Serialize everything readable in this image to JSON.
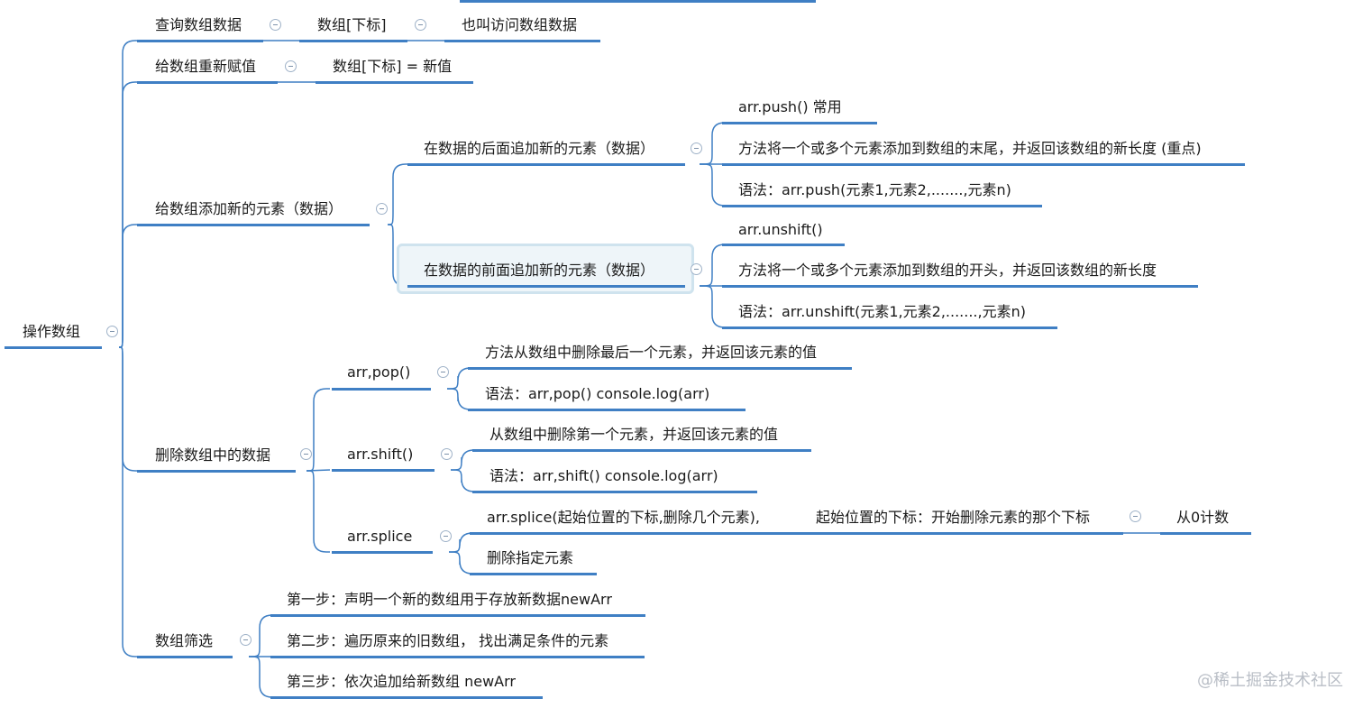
{
  "colors": {
    "line": "#3f7fc4",
    "selection_bg": "#eef5f9",
    "selection_border": "#cfe3ee",
    "watermark": "#b9bec6"
  },
  "watermark": "@稀土掘金技术社区",
  "nodes": {
    "root": "操作数组",
    "query": "查询数组数据",
    "query_idx": "数组[下标]",
    "query_note": "也叫访问数组数据",
    "reassign": "给数组重新赋值",
    "reassign_expr": "数组[下标] = 新值",
    "add": "给数组添加新的元素（数据）",
    "add_back": "在数据的后面追加新的元素（数据）",
    "push": "arr.push()    常用",
    "push_desc": "方法将一个或多个元素添加到数组的末尾，并返回该数组的新长度 (重点)",
    "push_syntax": "语法：arr.push(元素1,元素2,.......,元素n)",
    "add_front": "在数据的前面追加新的元素（数据）",
    "unshift": "arr.unshift()",
    "unshift_desc": "方法将一个或多个元素添加到数组的开头，并返回该数组的新长度",
    "unshift_syntax": "语法：arr.unshift(元素1,元素2,.......,元素n)",
    "delete": "删除数组中的数据",
    "pop": "arr,pop()",
    "pop_desc": "方法从数组中删除最后一个元素，并返回该元素的值",
    "pop_syntax": "语法：arr,pop()    console.log(arr)",
    "shift": "arr.shift()",
    "shift_desc": "从数组中删除第一个元素，并返回该元素的值",
    "shift_syntax": "语法：arr,shift()    console.log(arr)",
    "splice": "arr.splice",
    "splice_syntax": "arr.splice(起始位置的下标,删除几个元素),",
    "splice_start": "起始位置的下标：开始删除元素的那个下标",
    "splice_count": "从0计数",
    "splice_desc": "删除指定元素",
    "filter": "数组筛选",
    "step1": "第一步：声明一个新的数组用于存放新数据newArr",
    "step2": "第二步：遍历原来的旧数组，  找出满足条件的元素",
    "step3": "第三步：依次追加给新数组 newArr"
  }
}
